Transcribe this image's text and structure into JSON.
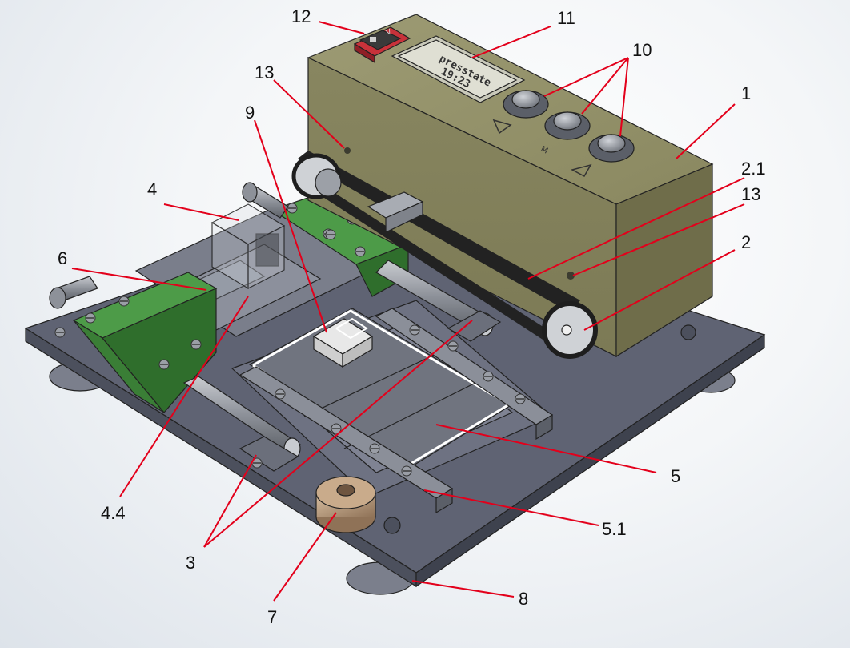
{
  "figure": {
    "callouts": [
      {
        "id": "1",
        "text": "1"
      },
      {
        "id": "2",
        "text": "2"
      },
      {
        "id": "2_1",
        "text": "2.1"
      },
      {
        "id": "3",
        "text": "3"
      },
      {
        "id": "4",
        "text": "4"
      },
      {
        "id": "4_4",
        "text": "4.4"
      },
      {
        "id": "5",
        "text": "5"
      },
      {
        "id": "5_1",
        "text": "5.1"
      },
      {
        "id": "6",
        "text": "6"
      },
      {
        "id": "7",
        "text": "7"
      },
      {
        "id": "8",
        "text": "8"
      },
      {
        "id": "9",
        "text": "9"
      },
      {
        "id": "10",
        "text": "10"
      },
      {
        "id": "11",
        "text": "11"
      },
      {
        "id": "12",
        "text": "12"
      },
      {
        "id": "13a",
        "text": "13"
      },
      {
        "id": "13b",
        "text": "13"
      }
    ],
    "display": {
      "line1": "presstate",
      "line2": "19:23"
    },
    "colors": {
      "leader": "#e3001b",
      "housing": "#8c8a63",
      "base_plate": "#5f6373",
      "guide_block": "#3f8a3b",
      "switch": "#c8323a",
      "stop_knob": "#b59779"
    }
  }
}
